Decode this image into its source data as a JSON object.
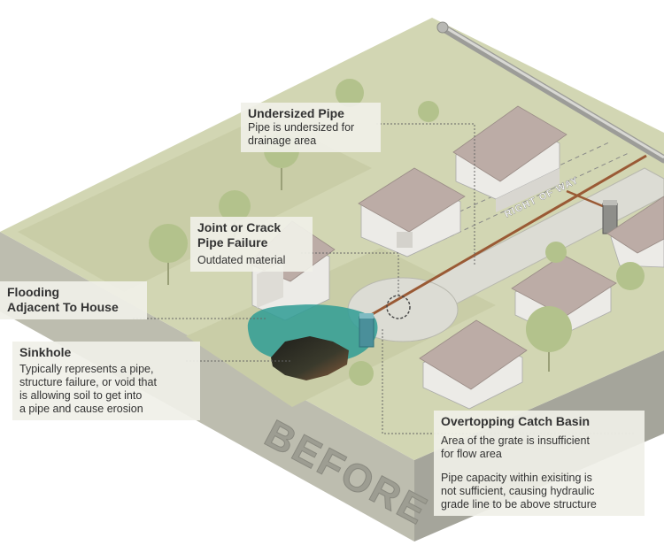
{
  "diagram": {
    "stamp": "BEFORE",
    "road_label": "RIGHT OF WAY",
    "callouts": {
      "undersized_pipe": {
        "title": "Undersized Pipe",
        "desc_1": "Pipe is undersized for",
        "desc_2": "drainage area"
      },
      "joint_failure": {
        "title_1": "Joint or Crack",
        "title_2": "Pipe Failure",
        "desc": "Outdated material"
      },
      "flooding": {
        "title_1": "Flooding",
        "title_2": "Adjacent To House"
      },
      "sinkhole": {
        "title": "Sinkhole",
        "desc_1": "Typically represents a pipe,",
        "desc_2": "structure failure, or void that",
        "desc_3": "is allowing soil to get into",
        "desc_4": "a pipe and cause erosion"
      },
      "catch_basin": {
        "title": "Overtopping Catch Basin",
        "desc_1": "Area of the grate is insufficient",
        "desc_2": "for flow area",
        "desc_3": "Pipe capacity within exisiting is",
        "desc_4": "not sufficient, causing hydraulic",
        "desc_5": "grade line to be above structure"
      }
    }
  },
  "colors": {
    "ground": "#d2d6b3",
    "lawn": "#c6caa3",
    "side_left": "#bcbcae",
    "side_right": "#a4a49a",
    "road": "#dcdcd4",
    "pipe": "#9a5a35",
    "water": "#2f9c94",
    "house_wall": "#ecebe7",
    "roof": "#b9a9a4",
    "tree": "#b3c28c",
    "leader": "#666666"
  }
}
